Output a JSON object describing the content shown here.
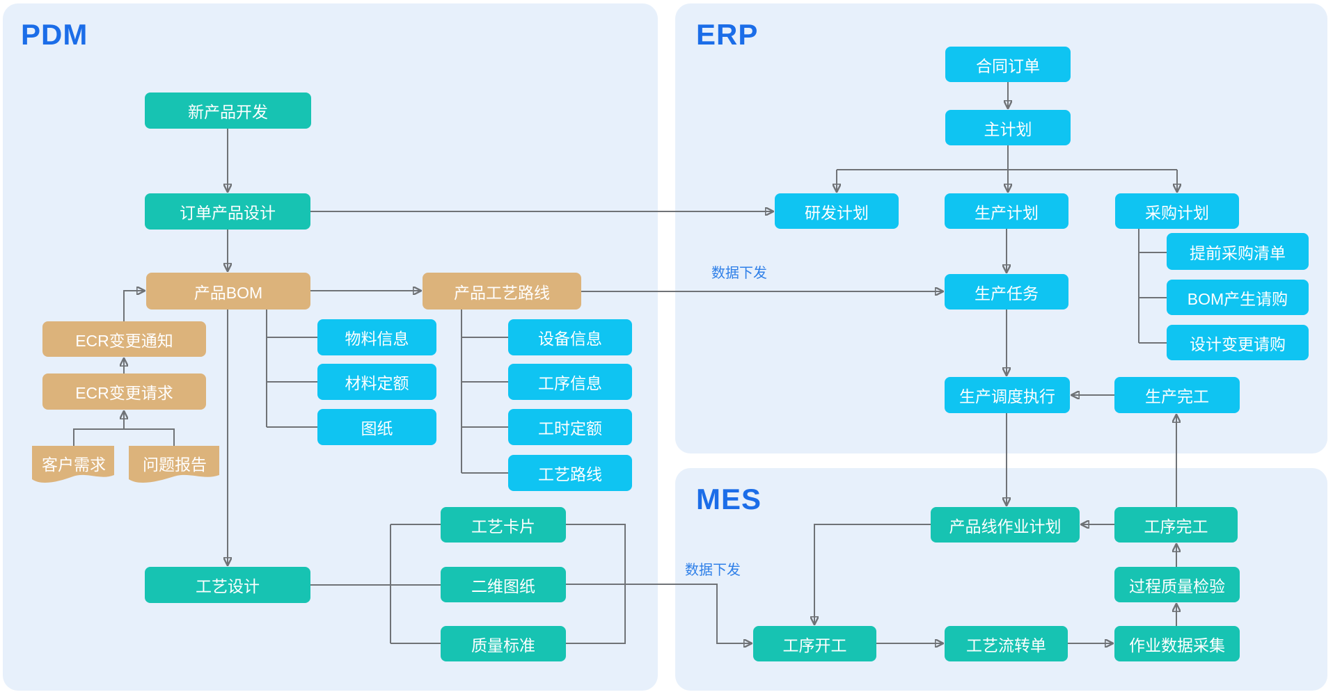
{
  "panels": {
    "pdm": {
      "title": "PDM"
    },
    "erp": {
      "title": "ERP"
    },
    "mes": {
      "title": "MES"
    }
  },
  "nodes": {
    "new_product_dev": "新产品开发",
    "order_product_design": "订单产品设计",
    "product_bom": "产品BOM",
    "product_process_route": "产品工艺路线",
    "material_info": "物料信息",
    "material_quota": "材料定额",
    "drawing": "图纸",
    "equipment_info": "设备信息",
    "process_info": "工序信息",
    "hour_quota": "工时定额",
    "process_route": "工艺路线",
    "ecr_change_notice": "ECR变更通知",
    "ecr_change_request": "ECR变更请求",
    "customer_need": "客户需求",
    "problem_report": "问题报告",
    "process_design": "工艺设计",
    "process_card": "工艺卡片",
    "drawing_2d": "二维图纸",
    "quality_standard": "质量标准",
    "contract_order": "合同订单",
    "master_plan": "主计划",
    "rd_plan": "研发计划",
    "production_plan": "生产计划",
    "purchase_plan": "采购计划",
    "advance_purchase_list": "提前采购清单",
    "bom_purchase_request": "BOM产生请购",
    "design_change_purchase": "设计变更请购",
    "production_task": "生产任务",
    "production_dispatch": "生产调度执行",
    "production_complete": "生产完工",
    "line_job_plan": "产品线作业计划",
    "operation_complete": "工序完工",
    "process_quality_check": "过程质量检验",
    "operation_start": "工序开工",
    "craft_flow_sheet": "工艺流转单",
    "job_data_collect": "作业数据采集"
  },
  "edge_labels": {
    "erp_data_release": "数据下发",
    "mes_data_release": "数据下发"
  },
  "edges": [
    {
      "from": "new_product_dev",
      "to": "order_product_design",
      "arrow": true
    },
    {
      "from": "order_product_design",
      "to": "product_bom",
      "arrow": true
    },
    {
      "from": "order_product_design",
      "to": "rd_plan",
      "arrow": true
    },
    {
      "from": "product_bom",
      "to": "product_process_route",
      "arrow": true
    },
    {
      "from": "product_process_route",
      "to": "production_task",
      "arrow": true,
      "label": "数据下发"
    },
    {
      "from": "product_bom",
      "to": "material_info",
      "arrow": false
    },
    {
      "from": "product_bom",
      "to": "material_quota",
      "arrow": false
    },
    {
      "from": "product_bom",
      "to": "drawing",
      "arrow": false
    },
    {
      "from": "product_process_route",
      "to": "equipment_info",
      "arrow": false
    },
    {
      "from": "product_process_route",
      "to": "process_info",
      "arrow": false
    },
    {
      "from": "product_process_route",
      "to": "hour_quota",
      "arrow": false
    },
    {
      "from": "product_process_route",
      "to": "process_route",
      "arrow": false
    },
    {
      "from": "ecr_change_notice",
      "to": "product_bom",
      "arrow": true
    },
    {
      "from": "ecr_change_request",
      "to": "ecr_change_notice",
      "arrow": true
    },
    {
      "from": "customer_need",
      "to": "ecr_change_request",
      "arrow": true
    },
    {
      "from": "problem_report",
      "to": "ecr_change_request",
      "arrow": true
    },
    {
      "from": "product_bom",
      "to": "process_design",
      "arrow": true
    },
    {
      "from": "process_design",
      "to": "process_card",
      "arrow": false
    },
    {
      "from": "process_design",
      "to": "drawing_2d",
      "arrow": false
    },
    {
      "from": "process_design",
      "to": "quality_standard",
      "arrow": false
    },
    {
      "from": "process_card",
      "to": "quality_standard",
      "arrow": false
    },
    {
      "from": "drawing_2d",
      "to": "operation_start",
      "arrow": true,
      "label": "数据下发"
    },
    {
      "from": "contract_order",
      "to": "master_plan",
      "arrow": true
    },
    {
      "from": "master_plan",
      "to": "rd_plan",
      "arrow": true
    },
    {
      "from": "master_plan",
      "to": "production_plan",
      "arrow": true
    },
    {
      "from": "master_plan",
      "to": "purchase_plan",
      "arrow": true
    },
    {
      "from": "production_plan",
      "to": "production_task",
      "arrow": true
    },
    {
      "from": "production_task",
      "to": "production_dispatch",
      "arrow": true
    },
    {
      "from": "purchase_plan",
      "to": "advance_purchase_list",
      "arrow": false
    },
    {
      "from": "purchase_plan",
      "to": "bom_purchase_request",
      "arrow": false
    },
    {
      "from": "purchase_plan",
      "to": "design_change_purchase",
      "arrow": false
    },
    {
      "from": "production_complete",
      "to": "production_dispatch",
      "arrow": true
    },
    {
      "from": "operation_complete",
      "to": "production_complete",
      "arrow": true
    },
    {
      "from": "production_dispatch",
      "to": "line_job_plan",
      "arrow": true
    },
    {
      "from": "operation_complete",
      "to": "line_job_plan",
      "arrow": true
    },
    {
      "from": "process_quality_check",
      "to": "operation_complete",
      "arrow": true
    },
    {
      "from": "job_data_collect",
      "to": "process_quality_check",
      "arrow": true
    },
    {
      "from": "craft_flow_sheet",
      "to": "job_data_collect",
      "arrow": true
    },
    {
      "from": "operation_start",
      "to": "craft_flow_sheet",
      "arrow": true
    },
    {
      "from": "line_job_plan",
      "to": "operation_start",
      "arrow": true
    }
  ],
  "colors": {
    "panel_bg": "#E7F0FB",
    "teal": "#17C3B2",
    "cyan": "#0FC4F2",
    "tan": "#DCB37B",
    "line": "#6F7276",
    "title_blue": "#1B6DE8",
    "edge_label_blue": "#2E7FE8"
  }
}
